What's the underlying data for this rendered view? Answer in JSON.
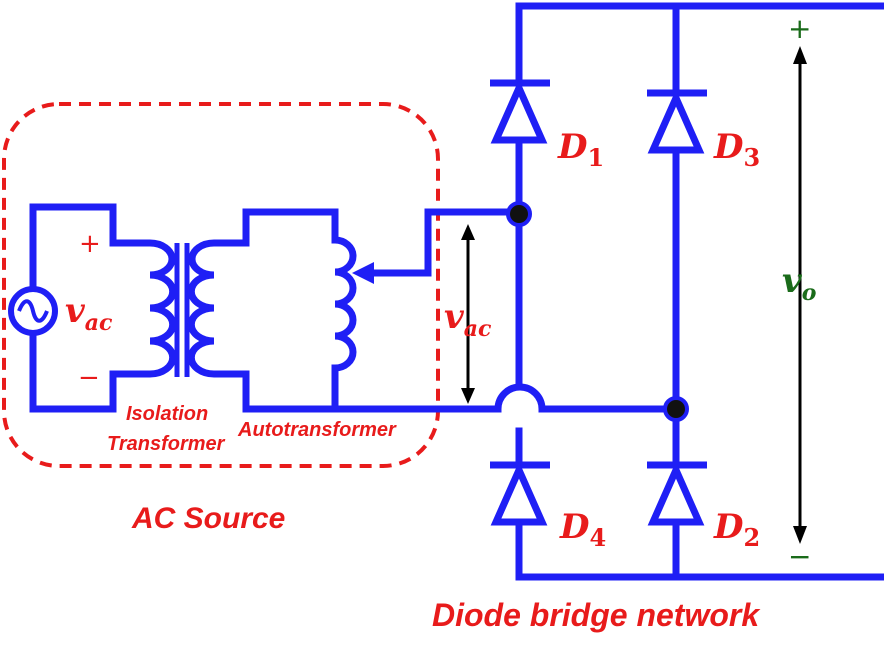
{
  "labels": {
    "source_voltage": "v",
    "source_voltage_sub": "ac",
    "bridge_input_voltage": "v",
    "bridge_input_voltage_sub": "ac",
    "output_voltage": "v",
    "output_voltage_sub": "o",
    "plus": "+",
    "minus": "−",
    "isolation_line1": "Isolation",
    "isolation_line2": "Transformer",
    "autotransformer": "Autotransformer",
    "ac_source": "AC Source",
    "bridge_caption": "Diode bridge network"
  },
  "diodes": [
    {
      "letter": "D",
      "sub": "1"
    },
    {
      "letter": "D",
      "sub": "3"
    },
    {
      "letter": "D",
      "sub": "4"
    },
    {
      "letter": "D",
      "sub": "2"
    }
  ],
  "colors": {
    "wire": "#1f1ff5",
    "label_red": "#e81b1b",
    "label_green": "#1a6b1a",
    "arrow": "#000000"
  }
}
